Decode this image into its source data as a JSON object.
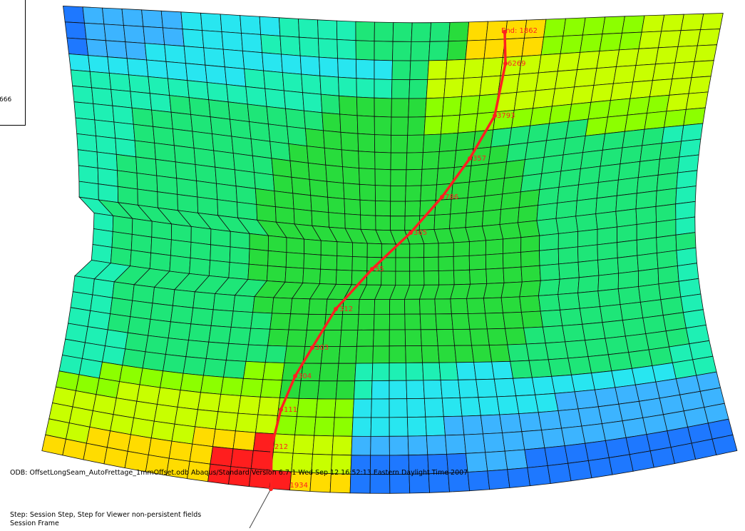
{
  "legend": {
    "partial_value": "666"
  },
  "path": {
    "start_label": ": 1934",
    "end_label": "End: 1862",
    "node_labels": [
      "6269",
      "3793",
      "357",
      "786",
      "365",
      "55",
      "312",
      "303",
      "304",
      "111",
      "212"
    ],
    "color": "#ff2020"
  },
  "info": {
    "odb": "ODB: OffsetLongSeam_AutoFrettage_1mmOffset.odb    Abaqus/Standard Version 6.7-1    Wed Sep 12 16:52:13 Eastern Daylight Time 2007",
    "step": "Step: Session Step, Step for Viewer non-persistent fields",
    "frame": "Session Frame"
  },
  "contour_colors": {
    "blue": "#1e3cff",
    "mid_blue": "#1e78ff",
    "light_blue": "#3cb4ff",
    "cyan": "#28e6f0",
    "aqua": "#1ef0b4",
    "teal_green": "#1ee678",
    "green": "#28dc3c",
    "lime": "#8cff00",
    "yellow_green": "#c8ff00",
    "yellow": "#ffdc00",
    "orange": "#ff7800",
    "red": "#ff1e1e"
  }
}
